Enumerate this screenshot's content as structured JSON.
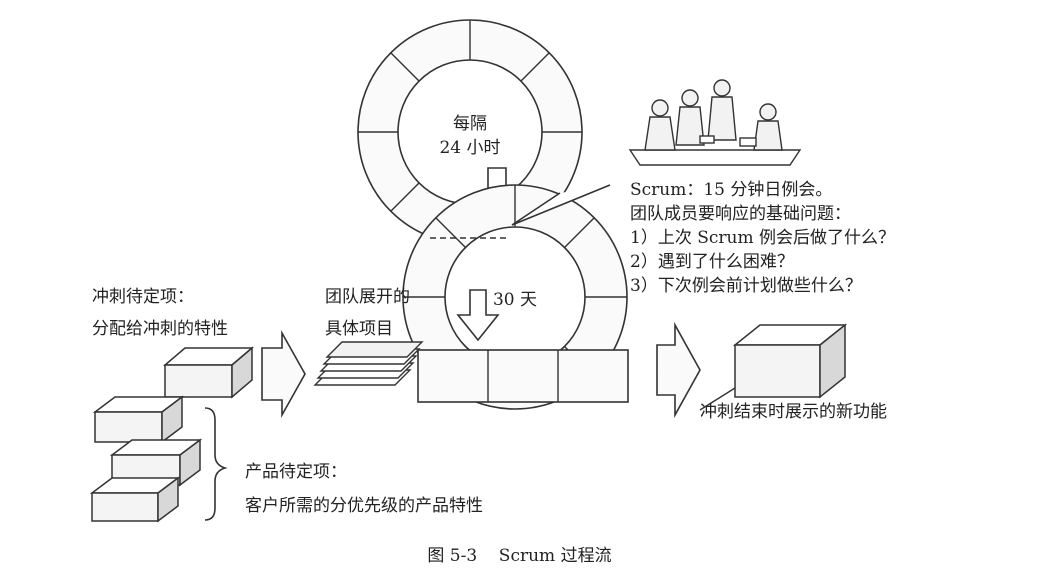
{
  "daily_cycle": {
    "line1": "每隔",
    "line2": "24 小时"
  },
  "sprint_cycle": {
    "label": "30 天"
  },
  "standup": {
    "title": "Scrum：15 分钟日例会。",
    "subtitle": "团队成员要响应的基础问题：",
    "questions": [
      "1）上次 Scrum 例会后做了什么？",
      "2）遇到了什么困难？",
      "3）下次例会前计划做些什么？"
    ]
  },
  "sprint_backlog": {
    "line1": "冲刺待定项：",
    "line2": "分配给冲刺的特性"
  },
  "tasks": {
    "line1": "团队展开的",
    "line2": "具体项目"
  },
  "product_backlog": {
    "line1": "产品待定项：",
    "line2": "客户所需的分优先级的产品特性"
  },
  "increment": {
    "label": "冲刺结束时展示的新功能"
  },
  "caption": "图 5-3    Scrum 过程流"
}
